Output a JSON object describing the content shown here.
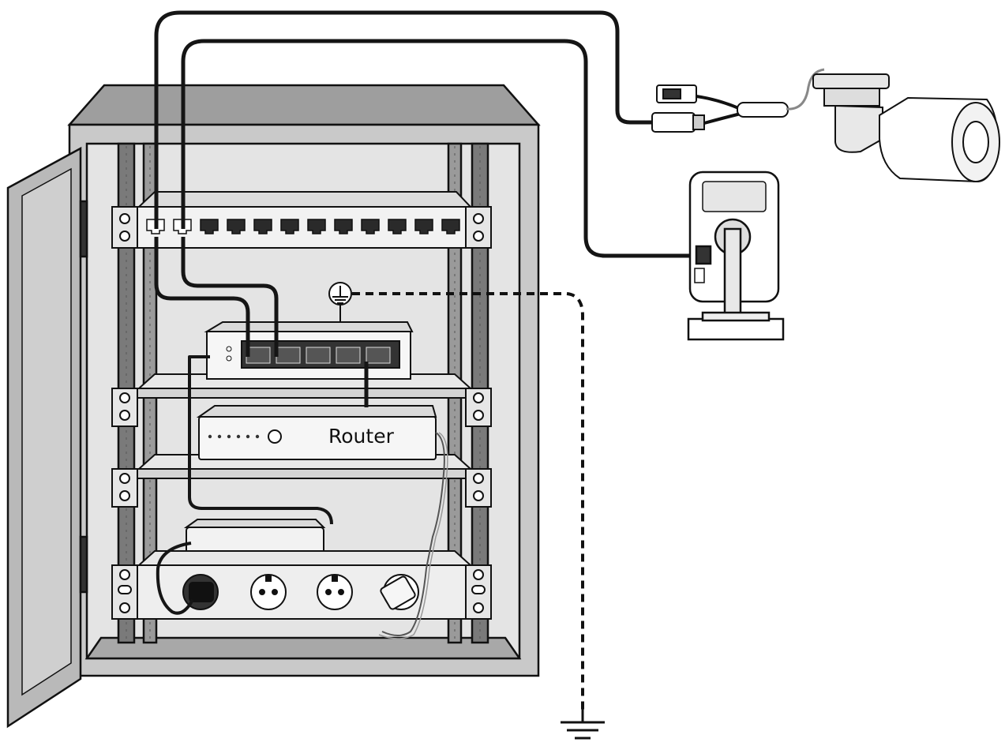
{
  "diagram": {
    "labels": {
      "router": "Router"
    },
    "colors": {
      "line": "#111111",
      "cable": "#151515",
      "cabinet_top": "#9e9e9e",
      "cabinet_frame": "#c9c9c9",
      "cabinet_inner": "#e4e4e4",
      "cabinet_floor": "#a8a8a8",
      "rail": "#7a7a7a",
      "door": "#b9b9b9",
      "device_face": "#f6f6f6",
      "shelf": "#e8e8e8",
      "port": "#222222"
    },
    "icons": [
      "ground-symbol-icon",
      "earth-ground-icon",
      "power-plug-icon",
      "socket-icon",
      "power-adapter-icon",
      "bullet-camera-icon",
      "cube-camera-icon",
      "rj45-port-icon"
    ],
    "devices": [
      "patch-panel",
      "poe-switch",
      "router",
      "power-adapter",
      "power-strip",
      "bullet-camera",
      "cube-camera"
    ]
  }
}
